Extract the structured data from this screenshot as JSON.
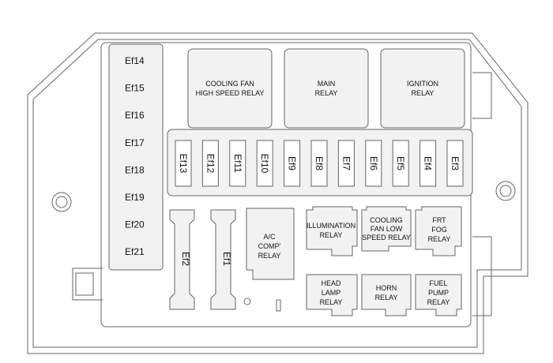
{
  "left_fuses": [
    "Ef14",
    "Ef15",
    "Ef16",
    "Ef17",
    "Ef18",
    "Ef19",
    "Ef20",
    "Ef21"
  ],
  "top_relays": {
    "cooling_fan_high": [
      "COOLING FAN",
      "HIGH SPEED RELAY"
    ],
    "main": [
      "MAIN",
      "RELAY"
    ],
    "ignition": [
      "IGNITION",
      "RELAY"
    ]
  },
  "mini_fuses": [
    "Ef13",
    "Ef12",
    "Ef11",
    "Ef10",
    "Ef9",
    "Ef8",
    "Ef7",
    "Ef6",
    "Ef5",
    "Ef4",
    "Ef3"
  ],
  "large_fuses": [
    "Ef2",
    "Ef1"
  ],
  "ac_comp_relay": [
    "A/C",
    "COMP'",
    "RELAY"
  ],
  "small_relays": {
    "illumination": [
      "ILLUMINATION",
      "RELAY"
    ],
    "cooling_fan_low": [
      "COOLING",
      "FAN LOW",
      "SPEED RELAY"
    ],
    "frt_fog": [
      "FRT",
      "FOG",
      "RELAY"
    ],
    "head_lamp": [
      "HEAD",
      "LAMP",
      "RELAY"
    ],
    "horn": [
      "HORN",
      "RELAY"
    ],
    "fuel_pump": [
      "FUEL",
      "PUMP",
      "RELAY"
    ]
  }
}
